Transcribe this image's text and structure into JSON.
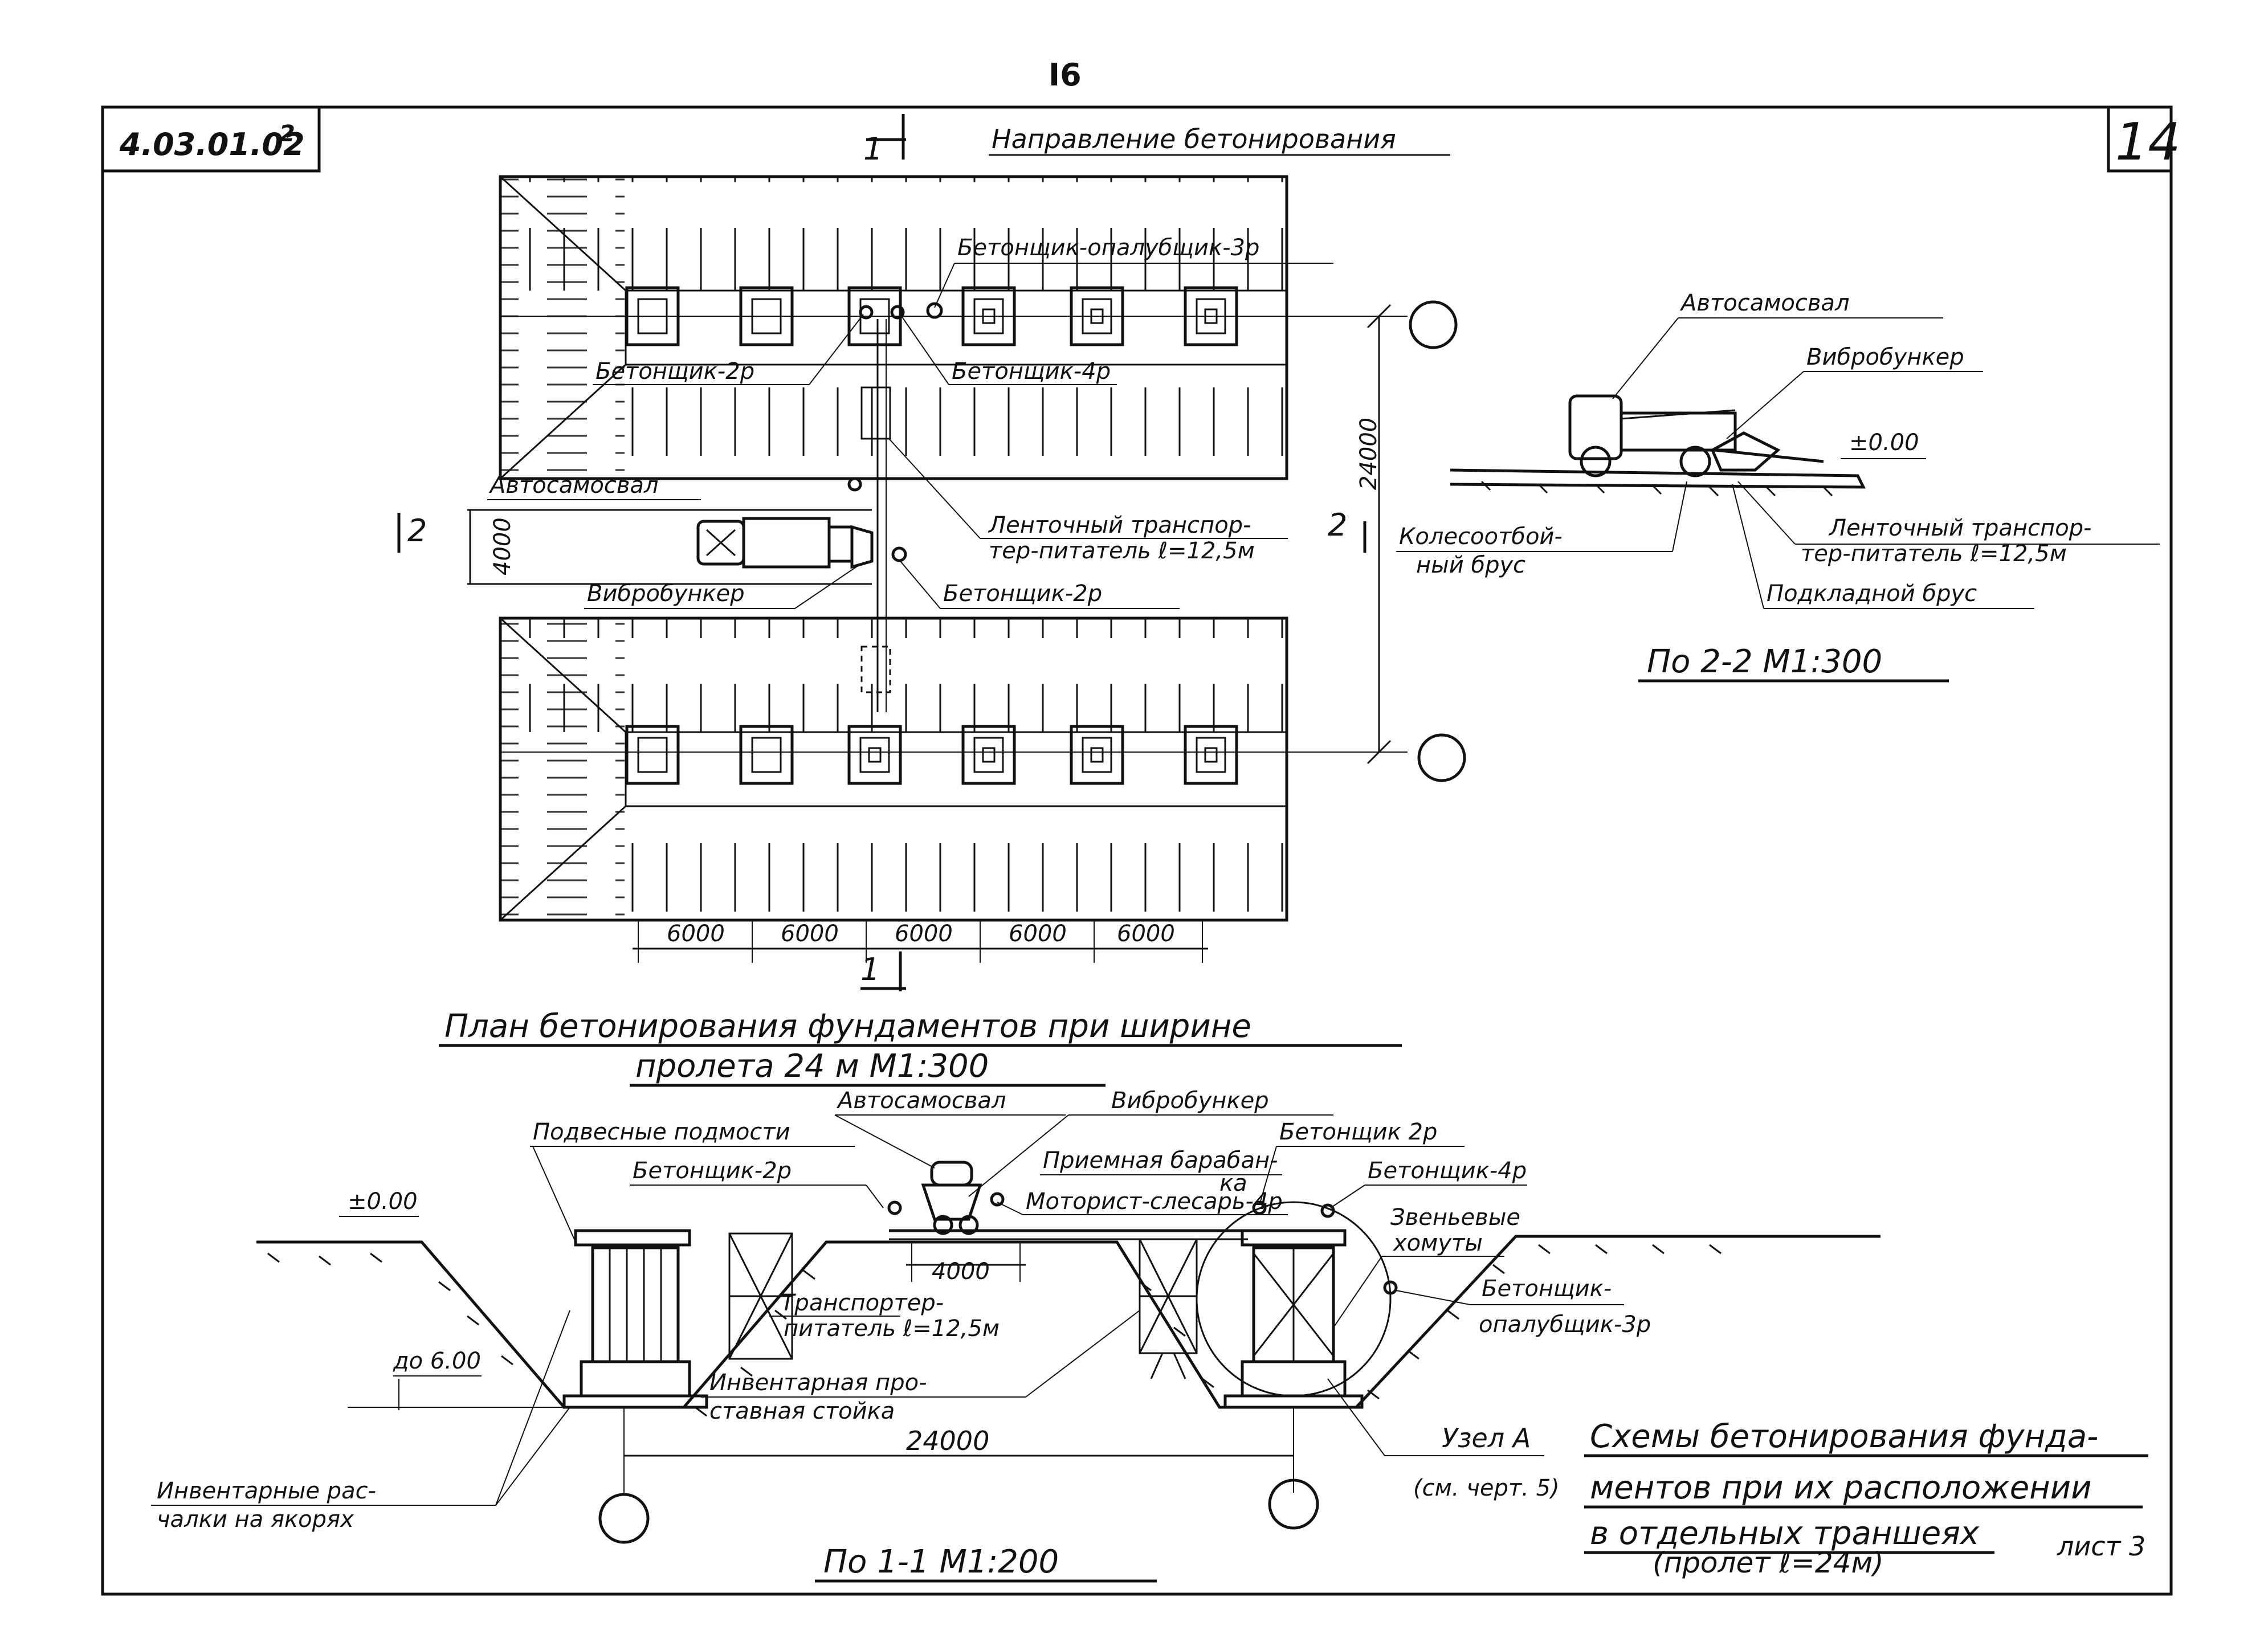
{
  "sheet": {
    "page_number": "I6",
    "doc_code": "4.03.01.02",
    "doc_code_sup": "2",
    "sheet_no": "14",
    "list_label": "лист 3"
  },
  "plan": {
    "direction_label": "Направление бетонирования",
    "section_mark_top": "1",
    "section_mark_bottom": "1",
    "section_mark_left": "2",
    "section_mark_right": "2",
    "labels": {
      "worker_formwork_3p": "Бетонщик-опалубщик-3р",
      "worker_2p_top": "Бетонщик-2р",
      "worker_4p": "Бетонщик-4р",
      "dump_truck": "Автосамосвал",
      "conveyor": "Ленточный транспор-",
      "conveyor_2": "тер-питатель ℓ=12,5м",
      "worker_2p_mid": "Бетонщик-2р",
      "vibrobunker": "Вибробункер"
    },
    "dims": {
      "span": "24000",
      "road": "4000",
      "steps": [
        "6000",
        "6000",
        "6000",
        "6000",
        "6000"
      ]
    },
    "title_line1": "План бетонирования фундаментов при ширине",
    "title_line2": "пролета 24 м      М1:300"
  },
  "section22": {
    "labels": {
      "dump_truck": "Автосамосвал",
      "vibrobunker": "Вибробункер",
      "level": "±0.00",
      "track_beam_1": "Колесоотбой-",
      "track_beam_2": "ный брус",
      "conveyor_1": "Ленточный транспор-",
      "conveyor_2": "тер-питатель ℓ=12,5м",
      "bearing_beam": "Подкладной брус"
    },
    "title": "По 2-2  М1:300"
  },
  "section11": {
    "labels": {
      "dump_truck": "Автосамосвал",
      "vibrobunker": "Вибробункер",
      "hanging_scaffold": "Подвесные подмости",
      "worker_2p_left": "Бетонщик-2р",
      "receiving_drum_1": "Приемная барабан-",
      "receiving_drum_2": "ка",
      "fitter": "Моторист-слесарь-4р",
      "worker_2p_right": "Бетонщик 2р",
      "worker_4p": "Бетонщик-4р",
      "panel_formwork_1": "Звеньевые",
      "panel_formwork_2": "хомуты",
      "worker_formwork_1": "Бетонщик-",
      "worker_formwork_2": "опалубщик-3р",
      "level": "±0.00",
      "depth": "до 6.00",
      "dim_4000": "4000",
      "conveyor_1": "Транспортер-",
      "conveyor_2": "питатель ℓ=12,5м",
      "stand_1": "Инвентарная про-",
      "stand_2": "ставная стойка",
      "span": "24000",
      "node": "Узел А",
      "node_ref": "(см. черт. 5)",
      "braces_1": "Инвентарные рас-",
      "braces_2": "чалки на якорях"
    },
    "title": "По 1-1   М1:200"
  },
  "caption": {
    "line1": "Схемы бетонирования фунда-",
    "line2": "ментов при их расположении",
    "line3": "в отдельных траншеях",
    "line4": "(пролет ℓ=24м)"
  }
}
